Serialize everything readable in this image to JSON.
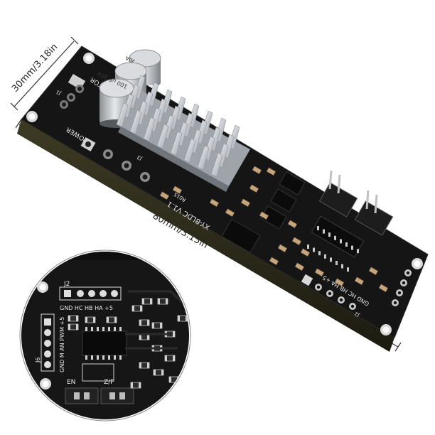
{
  "product": {
    "width_label": "30mm/3.18in",
    "length_label": "80mm/3.15in"
  },
  "board": {
    "silkscreen": {
      "motor": "MOTOR",
      "power": "POWER",
      "model": "XY-BLDC V1.1",
      "j1": "J1",
      "j2": "J2",
      "j3": "J3",
      "j6": "J6",
      "plus": "+",
      "minus": "-",
      "hall_pins": "GND HC HB HA +5",
      "ctrl_pins": "GND M AN PWM +5",
      "en": "EN",
      "zf": "Z/F",
      "r0": "R01S"
    },
    "capacitor_label": "100 uF 35V",
    "capacitor_brand": "AIA"
  },
  "colors": {
    "pcb": "#151515",
    "silkscreen": "#e8e8e8",
    "heatsink": "#cfd2d6",
    "capacitor": "#b9bcc0",
    "background": "#ffffff"
  }
}
